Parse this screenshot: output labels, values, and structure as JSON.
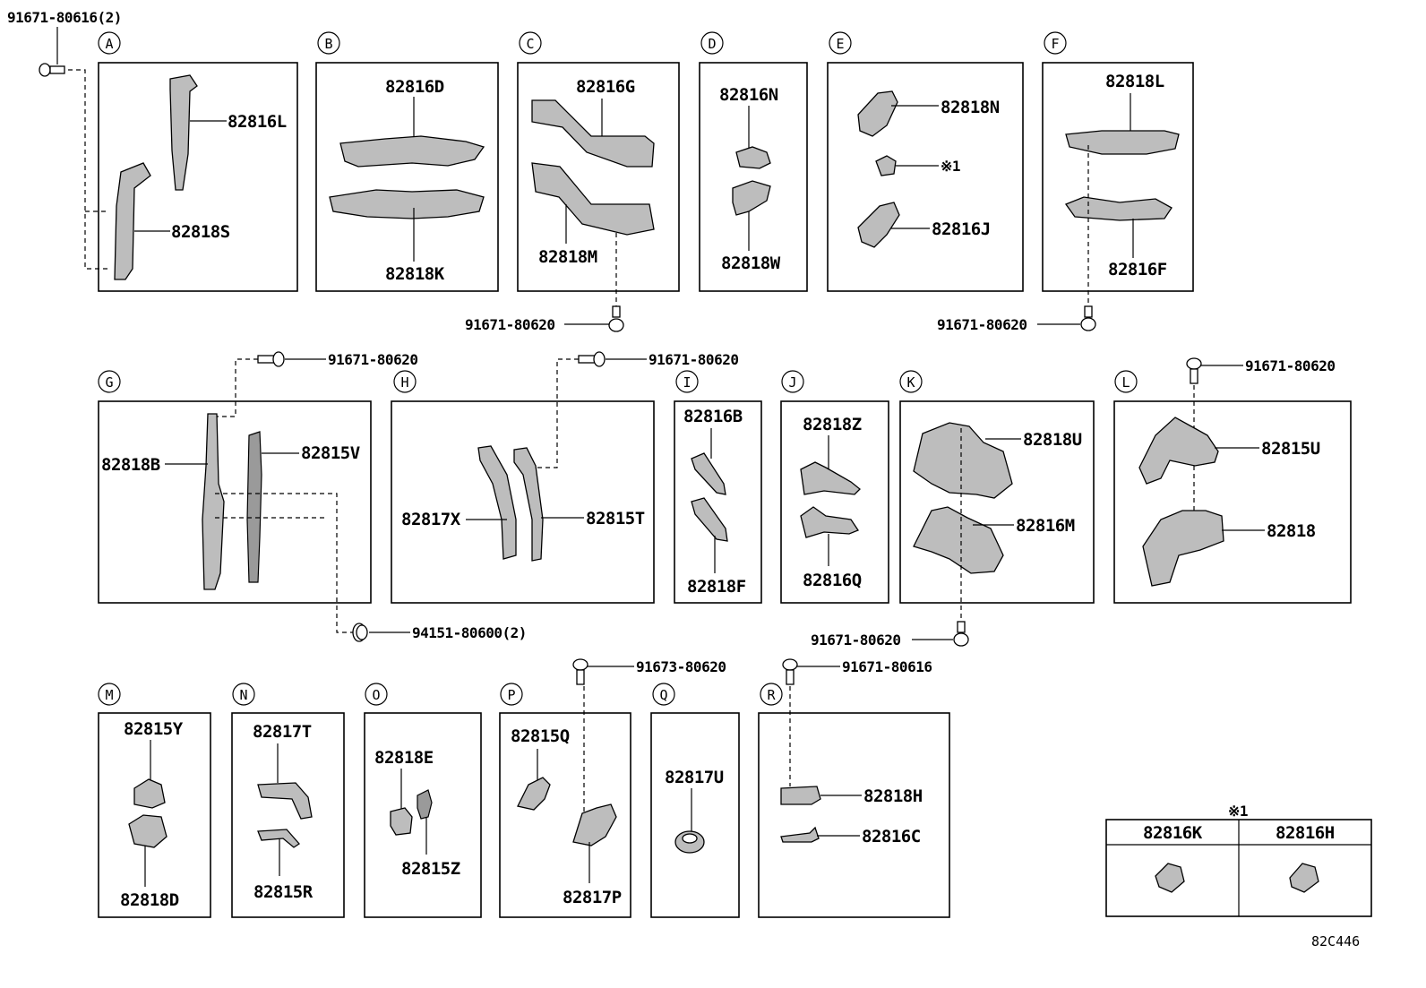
{
  "diagram_code": "82C446",
  "note_symbol": "※1",
  "sections": [
    {
      "id": "A",
      "parts": [
        "82816L",
        "82818S"
      ],
      "fasteners": [
        "91671-80616(2)"
      ]
    },
    {
      "id": "B",
      "parts": [
        "82816D",
        "82818K"
      ]
    },
    {
      "id": "C",
      "parts": [
        "82816G",
        "82818M"
      ],
      "fasteners": [
        "91671-80620"
      ]
    },
    {
      "id": "D",
      "parts": [
        "82816N",
        "82818W"
      ]
    },
    {
      "id": "E",
      "parts": [
        "82818N",
        "※1",
        "82816J"
      ]
    },
    {
      "id": "F",
      "parts": [
        "82818L",
        "82816F"
      ],
      "fasteners": [
        "91671-80620"
      ]
    },
    {
      "id": "G",
      "parts": [
        "82818B",
        "82815V"
      ],
      "fasteners": [
        "91671-80620",
        "94151-80600(2)"
      ]
    },
    {
      "id": "H",
      "parts": [
        "82817X",
        "82815T"
      ],
      "fasteners": [
        "91671-80620"
      ]
    },
    {
      "id": "I",
      "parts": [
        "82816B",
        "82818F"
      ]
    },
    {
      "id": "J",
      "parts": [
        "82818Z",
        "82816Q"
      ]
    },
    {
      "id": "K",
      "parts": [
        "82818U",
        "82816M"
      ],
      "fasteners": [
        "91671-80620"
      ]
    },
    {
      "id": "L",
      "parts": [
        "82815U",
        "82818"
      ],
      "fasteners": [
        "91671-80620"
      ]
    },
    {
      "id": "M",
      "parts": [
        "82815Y",
        "82818D"
      ]
    },
    {
      "id": "N",
      "parts": [
        "82817T",
        "82815R"
      ]
    },
    {
      "id": "O",
      "parts": [
        "82818E",
        "82815Z"
      ]
    },
    {
      "id": "P",
      "parts": [
        "82815Q",
        "82817P"
      ],
      "fasteners": [
        "91673-80620"
      ]
    },
    {
      "id": "Q",
      "parts": [
        "82817U"
      ]
    },
    {
      "id": "R",
      "parts": [
        "82818H",
        "82816C"
      ],
      "fasteners": [
        "91671-80616"
      ]
    }
  ],
  "note_table": {
    "mark": "※1",
    "columns": [
      "82816K",
      "82816H"
    ]
  }
}
